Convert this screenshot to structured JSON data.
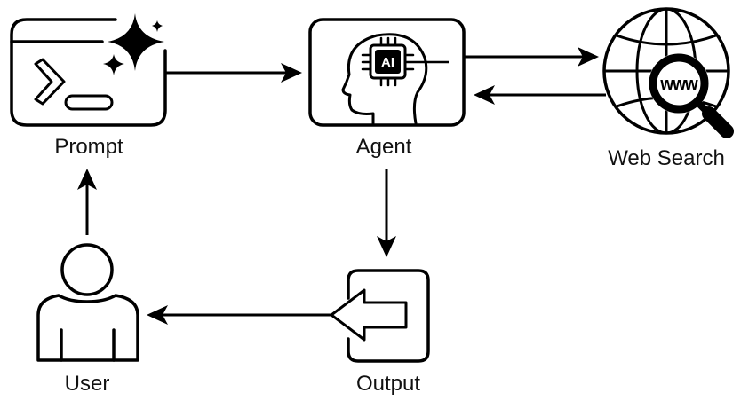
{
  "diagram": {
    "nodes": [
      {
        "id": "prompt",
        "label": "Prompt",
        "icon": "terminal-sparkle-icon"
      },
      {
        "id": "agent",
        "label": "Agent",
        "icon": "ai-head-chip-icon",
        "chip_text": "AI"
      },
      {
        "id": "web_search",
        "label": "Web Search",
        "icon": "globe-magnifier-icon",
        "magnifier_text": "www"
      },
      {
        "id": "output",
        "label": "Output",
        "icon": "output-arrow-icon"
      },
      {
        "id": "user",
        "label": "User",
        "icon": "user-icon"
      }
    ],
    "edges": [
      {
        "from": "prompt",
        "to": "agent"
      },
      {
        "from": "agent",
        "to": "web_search"
      },
      {
        "from": "web_search",
        "to": "agent"
      },
      {
        "from": "agent",
        "to": "output"
      },
      {
        "from": "output",
        "to": "user"
      },
      {
        "from": "user",
        "to": "prompt"
      }
    ],
    "colors": {
      "stroke": "#000000",
      "background": "#ffffff",
      "text": "#111111"
    }
  }
}
